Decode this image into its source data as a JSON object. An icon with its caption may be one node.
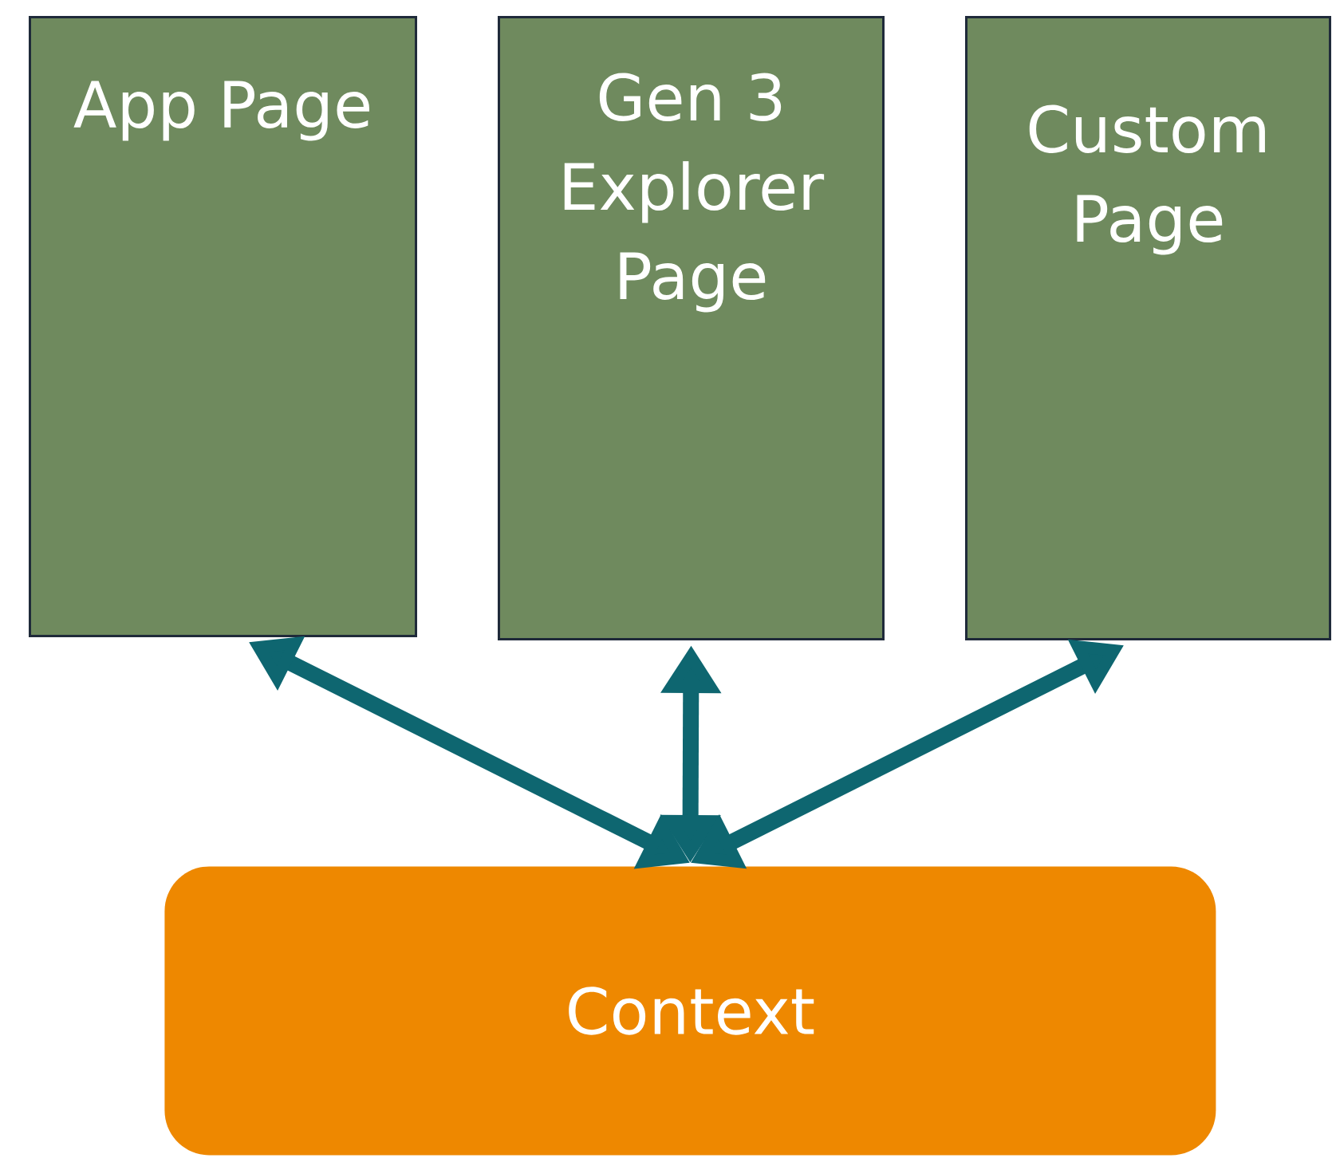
{
  "diagram": {
    "nodes": [
      {
        "text": [
          "App Page"
        ]
      },
      {
        "text": [
          "Gen 3 Explorer Page"
        ]
      },
      {
        "text": [
          "Custom Page"
        ]
      },
      {
        "text": [
          "Context"
        ]
      }
    ],
    "edges": [
      {
        "from": 3,
        "to": 0,
        "arrow": "both"
      },
      {
        "from": 3,
        "to": 1,
        "arrow": "both"
      },
      {
        "from": 3,
        "to": 2,
        "arrow": "both"
      }
    ]
  }
}
